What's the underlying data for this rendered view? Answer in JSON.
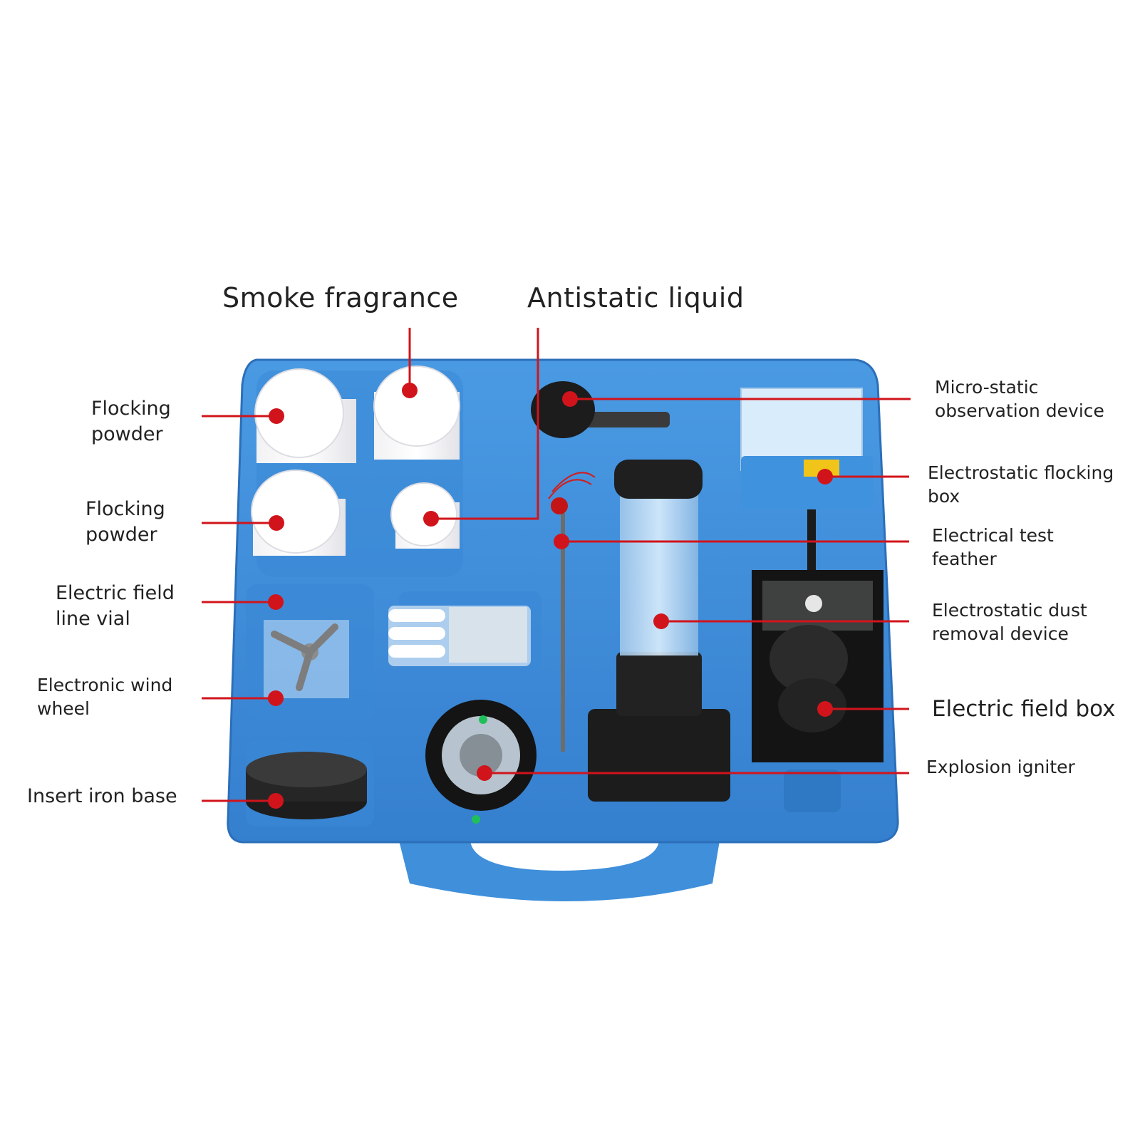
{
  "labels": {
    "smoke_fragrance": "Smoke fragrance",
    "antistatic_liquid": "Antistatic liquid",
    "flocking_powder_1": [
      "Flocking",
      "powder"
    ],
    "flocking_powder_2": [
      "Flocking",
      "powder"
    ],
    "electric_field_line_vial": [
      "Electric field",
      "line vial"
    ],
    "electronic_wind_wheel": [
      "Electronic wind",
      "wheel"
    ],
    "insert_iron_base": "Insert iron base",
    "micro_static_observation_device": [
      "Micro-static",
      "observation device"
    ],
    "electrostatic_flocking_box": [
      "Electrostatic flocking",
      "box"
    ],
    "electrical_test_feather": [
      "Electrical test",
      "feather"
    ],
    "electrostatic_dust_removal_device": [
      "Electrostatic dust",
      "removal device"
    ],
    "electric_field_box": "Electric field box",
    "explosion_igniter": "Explosion igniter"
  },
  "colors": {
    "case_blue": "#3f8fdb",
    "case_shadow": "#2f78c4",
    "leader_red": "#d1141b",
    "label_text": "#222222"
  }
}
